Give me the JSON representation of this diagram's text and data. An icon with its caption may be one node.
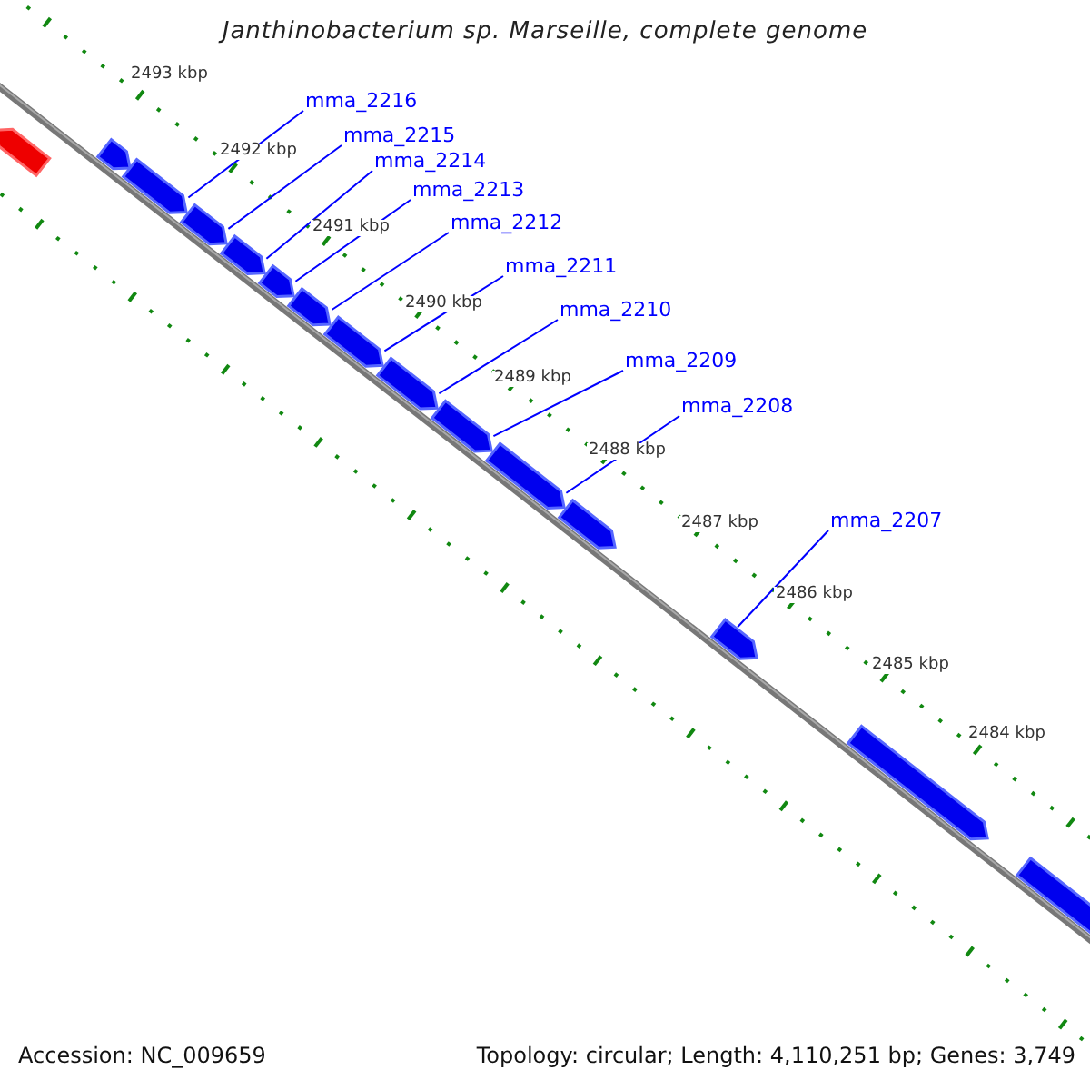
{
  "diagram": {
    "title": "Janthinobacterium sp. Marseille, complete genome",
    "nodes": [
      {
        "text": [],
        "shape": "arrow"
      },
      {
        "text": [],
        "shape": "arrow"
      },
      {
        "text": [],
        "shape": "arrow"
      },
      {
        "text": [],
        "shape": "arrow"
      },
      {
        "text": [],
        "shape": "arrow"
      },
      {
        "text": [],
        "shape": "arrow"
      },
      {
        "text": [],
        "shape": "arrow"
      },
      {
        "text": [],
        "shape": "arrow"
      },
      {
        "text": [],
        "shape": "arrow"
      },
      {
        "text": [],
        "shape": "arrow"
      },
      {
        "text": [],
        "shape": "arrow"
      },
      {
        "text": [],
        "shape": "arrow"
      },
      {
        "text": [],
        "shape": "arrow"
      },
      {
        "text": [],
        "shape": "arrow"
      },
      {
        "text": [],
        "shape": "arrow"
      },
      {
        "text": [
          "mma_2216"
        ]
      },
      {
        "text": [
          "mma_2215"
        ]
      },
      {
        "text": [
          "mma_2214"
        ]
      },
      {
        "text": [
          "mma_2213"
        ]
      },
      {
        "text": [
          "mma_2212"
        ]
      },
      {
        "text": [
          "mma_2211"
        ]
      },
      {
        "text": [
          "mma_2210"
        ]
      },
      {
        "text": [
          "mma_2209"
        ]
      },
      {
        "text": [
          "mma_2208"
        ]
      },
      {
        "text": [
          "mma_2207"
        ]
      }
    ],
    "edges": [
      {
        "from": 15,
        "to": 2,
        "arrow": "none"
      },
      {
        "from": 16,
        "to": 3,
        "arrow": "none"
      },
      {
        "from": 17,
        "to": 4,
        "arrow": "none"
      },
      {
        "from": 18,
        "to": 5,
        "arrow": "none"
      },
      {
        "from": 19,
        "to": 6,
        "arrow": "none"
      },
      {
        "from": 20,
        "to": 7,
        "arrow": "none"
      },
      {
        "from": 21,
        "to": 8,
        "arrow": "none"
      },
      {
        "from": 22,
        "to": 9,
        "arrow": "none"
      },
      {
        "from": 23,
        "to": 10,
        "arrow": "none"
      },
      {
        "from": 24,
        "to": 12,
        "arrow": "none"
      }
    ],
    "labels": [
      "2493 kbp",
      "2492 kbp",
      "2491 kbp",
      "2490 kbp",
      "2489 kbp",
      "2488 kbp",
      "2487 kbp",
      "2486 kbp",
      "2485 kbp",
      "2484 kbp",
      "Accession: NC_009659",
      "Topology: circular; Length: 4,110,251 bp; Genes: 3,749"
    ]
  }
}
